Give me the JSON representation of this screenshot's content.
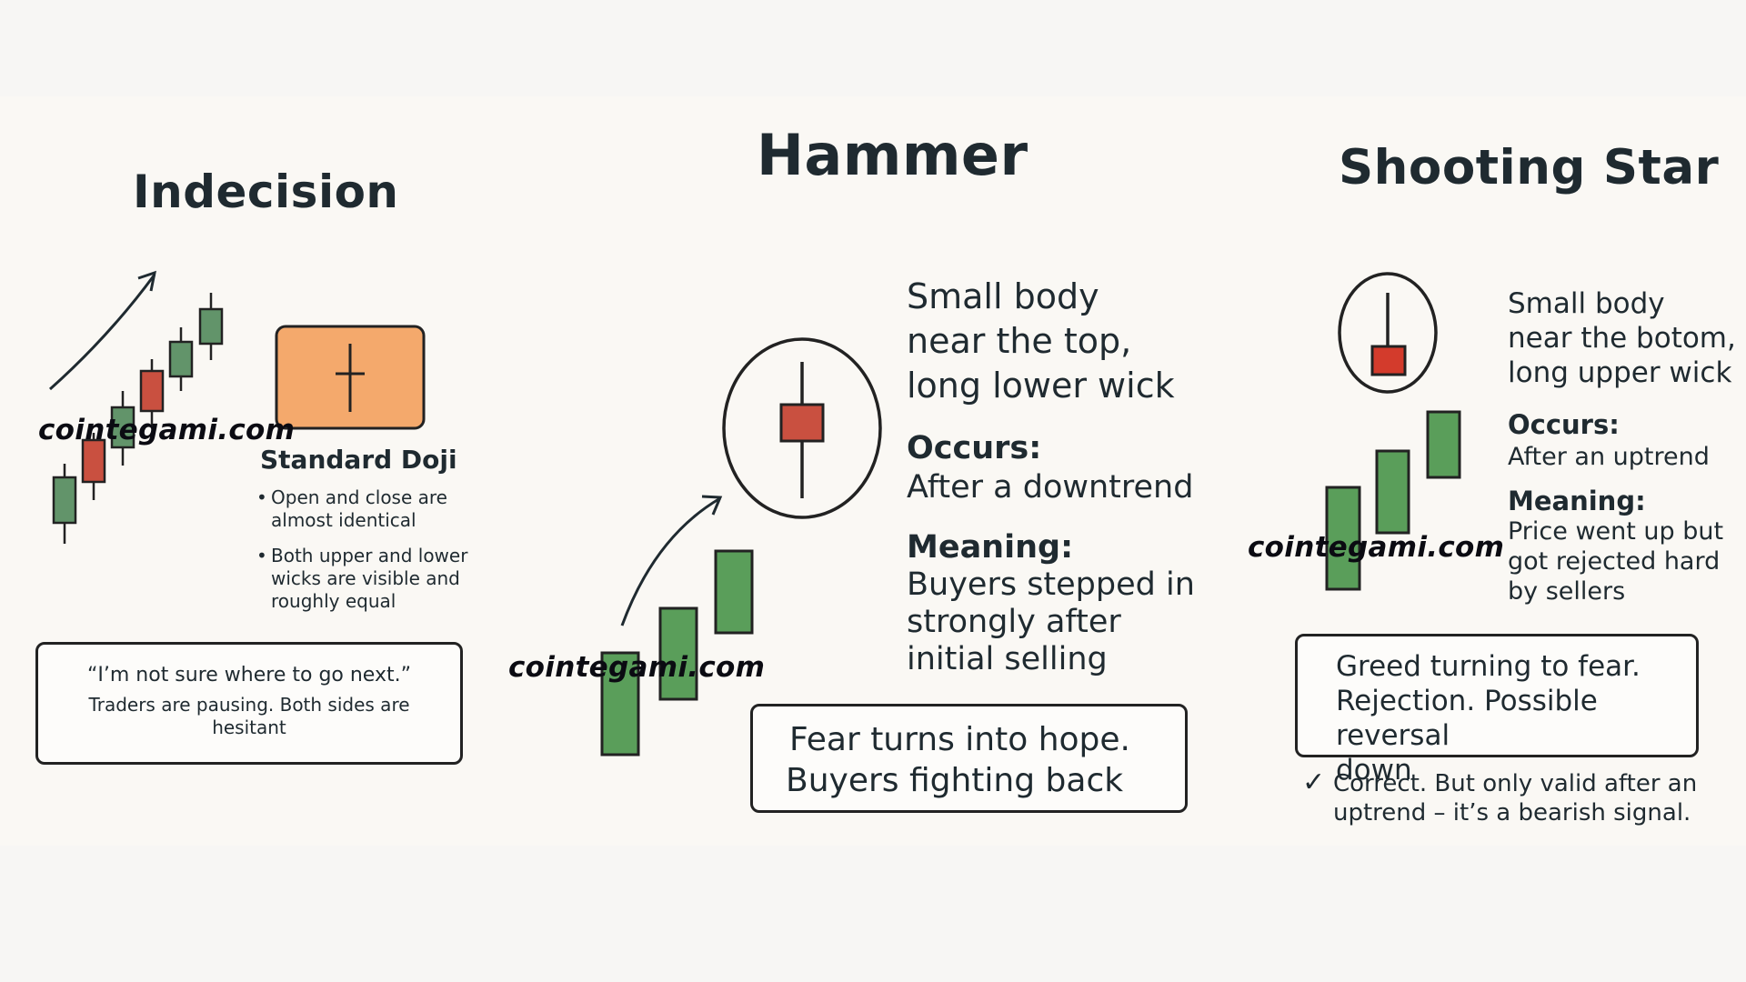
{
  "indecision": {
    "title": "Indecision",
    "label": "Standard Doji",
    "bullets": [
      "Open and close are almost identical",
      "Both upper and lower wicks are visible and roughly equal"
    ],
    "quote": "“I’m not sure where to go next.”",
    "quote_sub": "Traders are pausing. Both sides are hesitant",
    "doji_color": "#f4a96c"
  },
  "hammer": {
    "title": "Hammer",
    "desc": [
      "Small body",
      "near the top,",
      "long lower wick"
    ],
    "occurs_label": "Occurs:",
    "occurs_text": "After a downtrend",
    "meaning_label": "Meaning:",
    "meaning_text": [
      "Buyers stepped in",
      "strongly after",
      "initial selling"
    ],
    "box_text": [
      "Fear turns into hope.",
      "Buyers fighting back"
    ]
  },
  "shooting_star": {
    "title": "Shooting Star",
    "desc": [
      "Small body",
      "near the botom,",
      "long upper wick"
    ],
    "occurs_label": "Occurs:",
    "occurs_text": "After an uptrend",
    "meaning_label": "Meaning:",
    "meaning_text": [
      "Price went up but",
      "got rejected hard",
      "by sellers"
    ],
    "box_text": [
      "Greed turning to fear.",
      "Rejection. Possible reversal",
      "down"
    ],
    "check_icon": "checkmark-icon",
    "note": [
      "Correct. But only valid after an",
      "uptrend – it’s a bearish signal."
    ]
  },
  "watermark": "cointegami.com",
  "colors": {
    "green": "#5a9e5a",
    "green_muted": "#62946a",
    "red": "#d33b2c",
    "red_muted": "#c95040",
    "ink": "#1f2a30"
  }
}
